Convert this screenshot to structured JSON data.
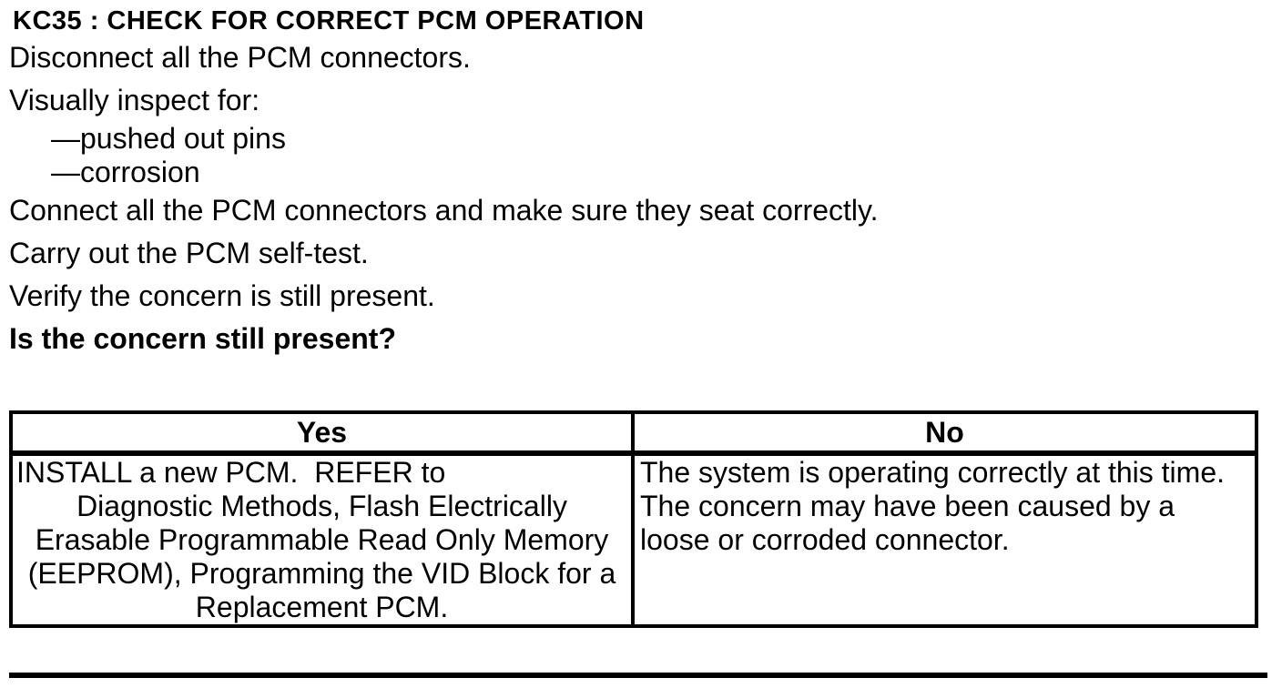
{
  "colors": {
    "text": "#000000",
    "background": "#ffffff",
    "border": "#000000"
  },
  "document": {
    "heading": "KC35 : CHECK FOR CORRECT PCM OPERATION",
    "steps": {
      "step1": "Disconnect all the PCM connectors.",
      "step2": "Visually inspect for:",
      "inspect_items": [
        "—pushed out pins",
        "—corrosion"
      ],
      "step3": "Connect all the PCM connectors and make sure they seat correctly.",
      "step4": "Carry out the PCM self-test.",
      "step5": "Verify the concern is still present.",
      "question": "Is the concern still present?"
    }
  },
  "decision_table": {
    "headers": {
      "yes": "Yes",
      "no": "No"
    },
    "yes_cell": {
      "lines": [
        "INSTALL a new PCM.  REFER to",
        "Diagnostic Methods, Flash Electrically",
        "Erasable Programmable Read Only Memory",
        "(EEPROM), Programming the VID Block for a",
        "Replacement PCM."
      ]
    },
    "no_cell": {
      "lines": [
        "The system is operating correctly at this time.",
        "The concern may have been caused by a",
        "loose or corroded connector."
      ]
    }
  }
}
